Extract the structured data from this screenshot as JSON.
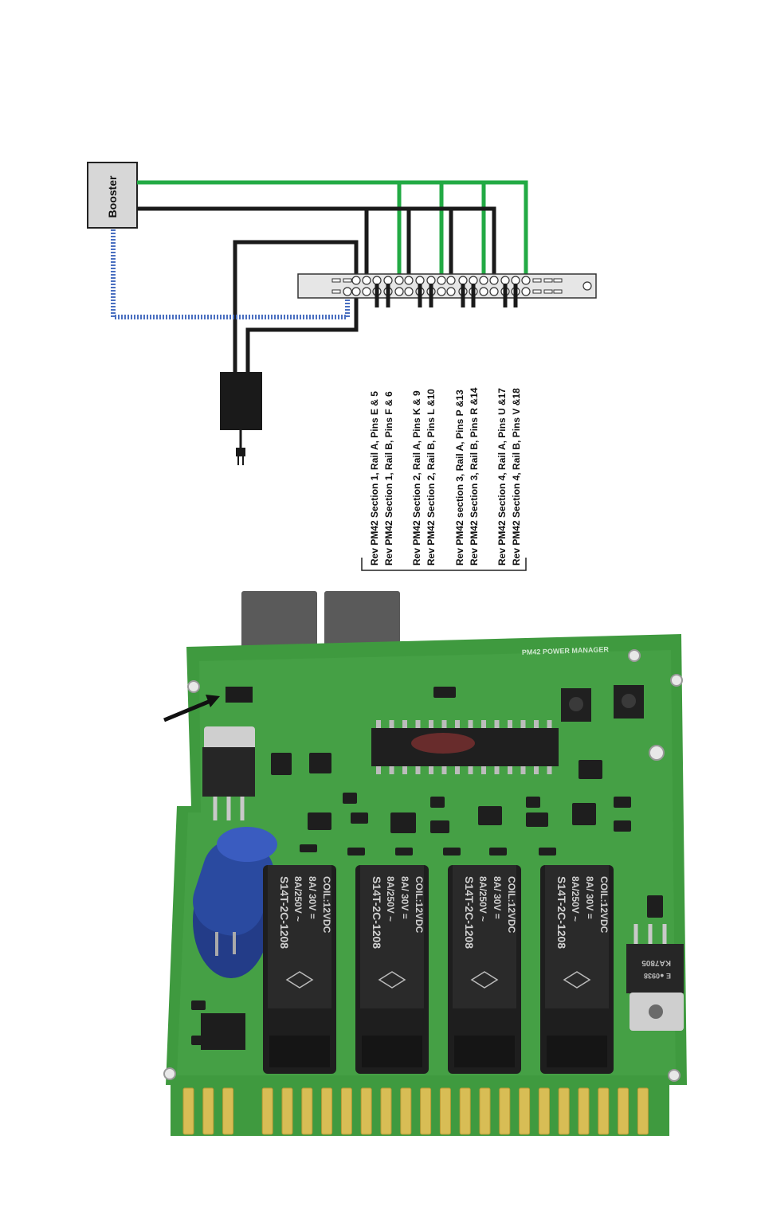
{
  "booster": {
    "label": "Booster"
  },
  "section_labels": [
    "Rev PM42 Section 1, Rail A, Pins E & 5",
    "Rev PM42 Section 1, Rail B, Pins F & 6",
    "Rev PM42 Section 2, Rail A, Pins K & 9",
    "Rev PM42 Section 2, Rail B, Pins L &10",
    "Rev PM42 section 3, Rail A, Pins P &13",
    "Rev PM42 Section 3, Rail B, Pins R &14",
    "Rev PM42 Section 4, Rail A, Pins U &17",
    "Rev PM42 Section 4, Rail B, Pins V &18"
  ],
  "board": {
    "silkscreen": "PM42 POWER MANAGER",
    "relay_lines": [
      "S14T-2C-1208",
      "8A/250V ~",
      "8A/ 30V =",
      "COIL:12VDC"
    ],
    "chip_marking": "KA7805",
    "regulator_marking": "E ●0938"
  },
  "colors": {
    "wire_green": "#22aa44",
    "wire_black": "#1a1a1a",
    "wire_blue_dotted": "#4a6fc0",
    "booster_fill": "#d7d7d7",
    "strip_fill": "#e6e6e6",
    "pcb_green": "#3f9a3f",
    "relay_black": "#1e1e1e",
    "capacitor_blue": "#2a4aa0",
    "gold_finger": "#d8bd55"
  }
}
